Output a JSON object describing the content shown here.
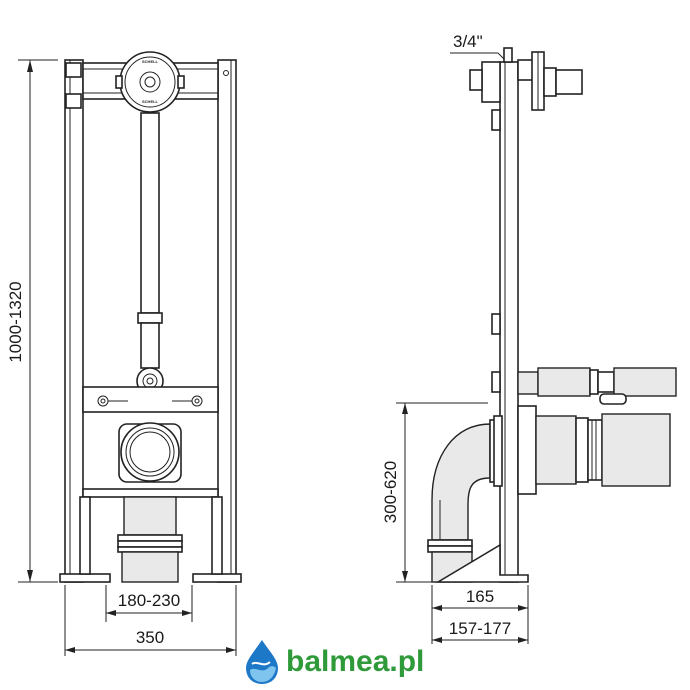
{
  "dimensions": {
    "height_range": "1000-1320",
    "outlet_height": "300-620",
    "pipe_spacing": "180-230",
    "frame_width": "350",
    "wall_distance": "165",
    "wall_distance_range": "157-177",
    "connection_size": "3/4\""
  },
  "logo": {
    "text": "balmea.pl",
    "brand_color": "#2f9a3a",
    "icon_color": "#1e78c8"
  },
  "colors": {
    "line": "#222222",
    "fill": "#e9e9e9"
  }
}
